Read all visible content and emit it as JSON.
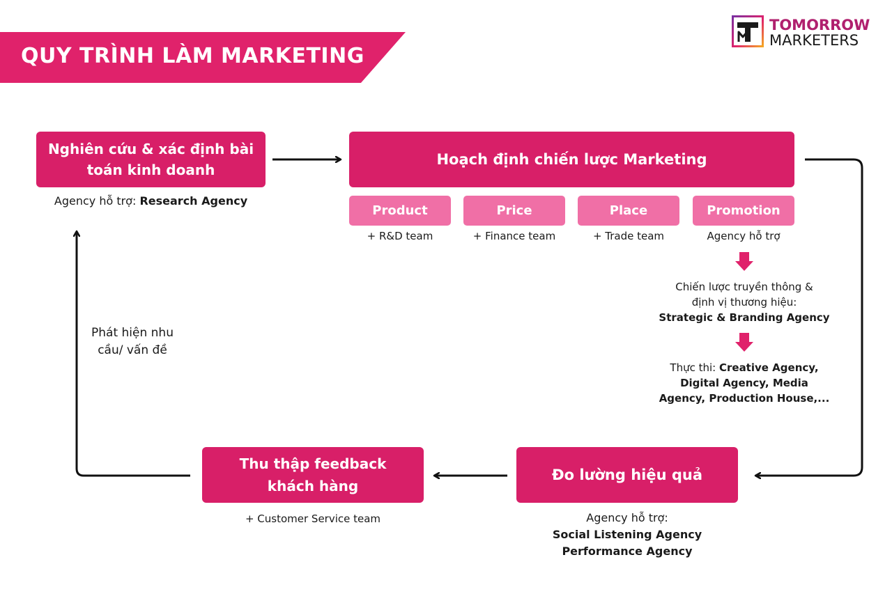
{
  "header": {
    "title": "QUY TRÌNH LÀM MARKETING",
    "banner_color": "#e0226b"
  },
  "logo": {
    "line1_a": "TOMORROW",
    "line2": "MARKETERS",
    "gradient_colors": [
      "#7b2fa0",
      "#e0226b",
      "#f5a623"
    ]
  },
  "steps": {
    "research": {
      "title": "Nghiên cứu & xác định bài toán kinh doanh",
      "caption_prefix": "Agency hỗ trợ: ",
      "caption_bold": "Research Agency"
    },
    "strategy": {
      "title": "Hoạch định chiến lược Marketing"
    },
    "measure": {
      "title": "Đo lường hiệu quả",
      "caption_line1": "Agency hỗ trợ:",
      "caption_line2": "Social Listening Agency",
      "caption_line3": "Performance Agency"
    },
    "feedback": {
      "title": "Thu thập feedback khách hàng",
      "caption": "+ Customer Service team"
    }
  },
  "marketing_mix": [
    {
      "label": "Product",
      "caption": "+ R&D team"
    },
    {
      "label": "Price",
      "caption": "+ Finance team"
    },
    {
      "label": "Place",
      "caption": "+ Trade team"
    },
    {
      "label": "Promotion",
      "caption": "Agency hỗ trợ"
    }
  ],
  "promotion_flow": {
    "step1_line1": "Chiến lược truyền thông &",
    "step1_line2": "định vị thương hiệu:",
    "step1_bold": "Strategic & Branding Agency",
    "step2_prefix": "Thực thi: ",
    "step2_bold_a": "Creative Agency,",
    "step2_bold_b": "Digital Agency, Media",
    "step2_bold_c": "Agency, Production House,..."
  },
  "loop_label": {
    "line1": "Phát hiện nhu",
    "line2": "cầu/ vấn đề"
  },
  "colors": {
    "primary": "#d81f68",
    "light": "#f06fa6",
    "arrow": "#111111",
    "down_arrow": "#e0226b"
  }
}
